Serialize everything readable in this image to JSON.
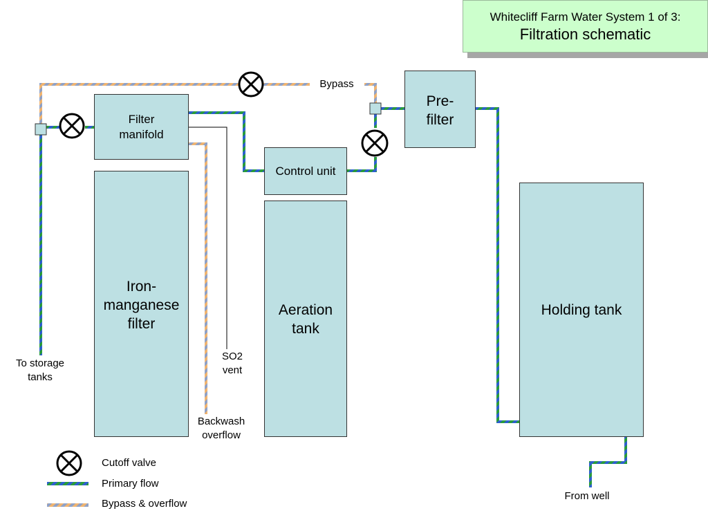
{
  "title": {
    "line1": "Whitecliff Farm Water System 1 of 3:",
    "line2": "Filtration schematic"
  },
  "components": {
    "filter_manifold": "Filter\nmanifold",
    "iron_manganese_filter": "Iron-\nmanganese\nfilter",
    "control_unit": "Control unit",
    "aeration_tank": "Aeration\ntank",
    "pre_filter": "Pre-\nfilter",
    "holding_tank": "Holding tank"
  },
  "labels": {
    "bypass": "Bypass",
    "to_storage": "To storage\ntanks",
    "so2_vent": "SO2\nvent",
    "backwash_overflow": "Backwash\noverflow",
    "from_well": "From well"
  },
  "legend": {
    "cutoff_valve": "Cutoff valve",
    "primary_flow": "Primary flow",
    "bypass_overflow": "Bypass & overflow"
  },
  "colors": {
    "component_fill": "#bde0e3",
    "primary_flow_a": "#2a9d3a",
    "primary_flow_b": "#2e5fd0",
    "bypass_a": "#f0b470",
    "bypass_b": "#8fa2c8",
    "title_fill": "#ccffcc"
  },
  "icons": {
    "valve": "cutoff-valve-icon",
    "junction": "junction-icon"
  }
}
